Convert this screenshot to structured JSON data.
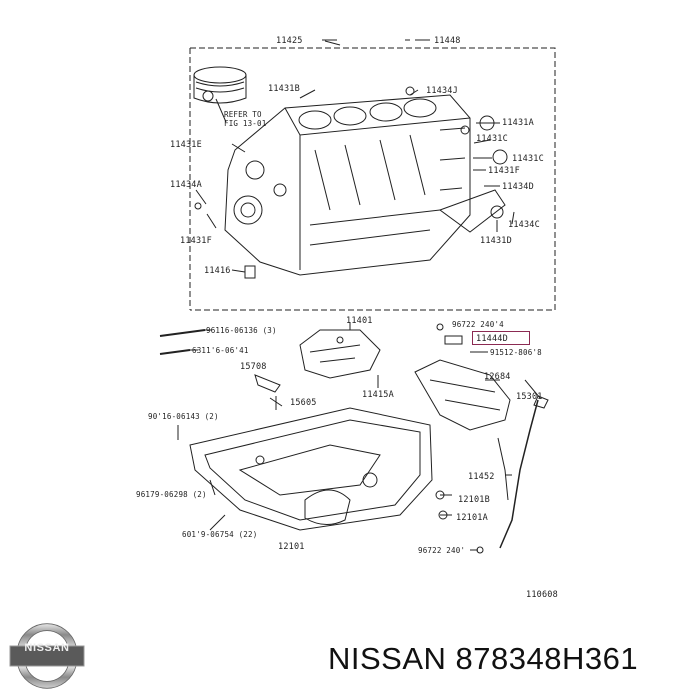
{
  "diagram": {
    "labels": [
      {
        "id": "l11425",
        "text": "11425"
      },
      {
        "id": "l11448",
        "text": "11448"
      },
      {
        "id": "l11431B",
        "text": "11431B"
      },
      {
        "id": "l11434J",
        "text": "11434J"
      },
      {
        "id": "lrefer1",
        "text": "REFER TO"
      },
      {
        "id": "lrefer2",
        "text": "FIG 13-01"
      },
      {
        "id": "l11431A",
        "text": "11431A"
      },
      {
        "id": "l11431C",
        "text": "11431C"
      },
      {
        "id": "l11431E",
        "text": "11431E"
      },
      {
        "id": "l11431C2",
        "text": "11431C"
      },
      {
        "id": "l11431F2",
        "text": "11431F"
      },
      {
        "id": "l11434A",
        "text": "11434A"
      },
      {
        "id": "l11434D",
        "text": "11434D"
      },
      {
        "id": "l11434C",
        "text": "11434C"
      },
      {
        "id": "l11431F",
        "text": "11431F"
      },
      {
        "id": "l11431D",
        "text": "11431D"
      },
      {
        "id": "l11416",
        "text": "11416"
      },
      {
        "id": "l11401",
        "text": "11401"
      },
      {
        "id": "l96116",
        "text": "96116-06136 (3)"
      },
      {
        "id": "l96722a",
        "text": "96722   240'4"
      },
      {
        "id": "l11444D",
        "text": "11444D"
      },
      {
        "id": "l63116",
        "text": "6311'6-06'41"
      },
      {
        "id": "l91512",
        "text": "91512-806'8"
      },
      {
        "id": "l15708",
        "text": "15708"
      },
      {
        "id": "l12684",
        "text": "12684"
      },
      {
        "id": "l11415A",
        "text": "11415A"
      },
      {
        "id": "l15605",
        "text": "15605"
      },
      {
        "id": "l15301",
        "text": "15301"
      },
      {
        "id": "l90116",
        "text": "90'16-06143 (2)"
      },
      {
        "id": "l11452",
        "text": "11452"
      },
      {
        "id": "l96179",
        "text": "96179-06298 (2)"
      },
      {
        "id": "l12101B",
        "text": "12101B"
      },
      {
        "id": "l12101A",
        "text": "12101A"
      },
      {
        "id": "l60119",
        "text": "601'9-06754 (22)"
      },
      {
        "id": "l12101",
        "text": "12101"
      },
      {
        "id": "l96722b",
        "text": "96722   240'"
      },
      {
        "id": "l110608",
        "text": "110608"
      }
    ]
  },
  "brand": {
    "logo_text": "NISSAN",
    "title": "NISSAN 878348H361"
  },
  "colors": {
    "line": "#222222",
    "highlight": "#8b2a52"
  }
}
